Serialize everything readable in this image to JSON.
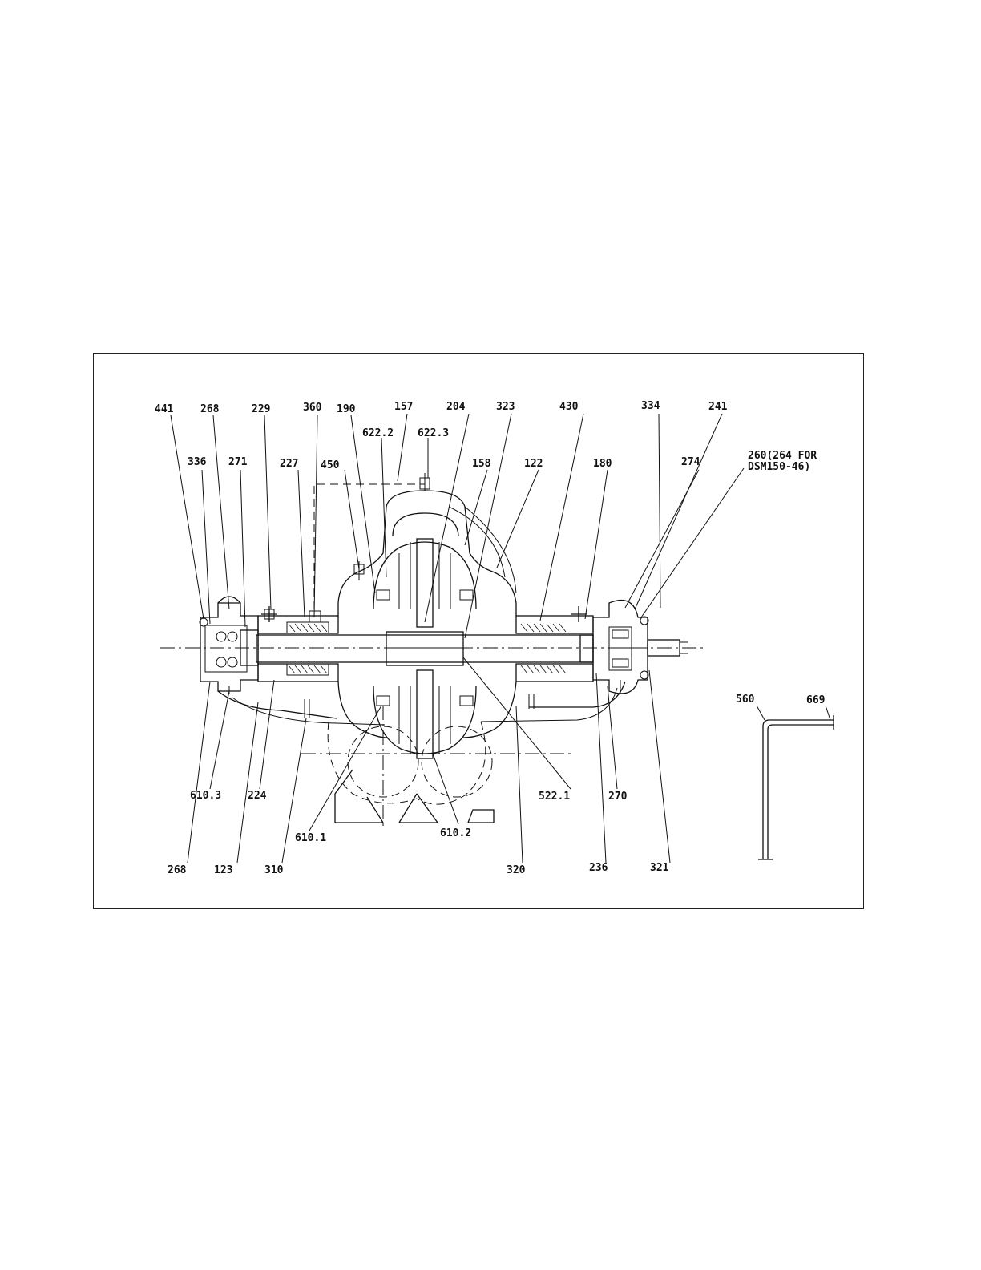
{
  "part_labels": [
    {
      "id": "441",
      "text": "441"
    },
    {
      "id": "268",
      "text": "268"
    },
    {
      "id": "229",
      "text": "229"
    },
    {
      "id": "360",
      "text": "360"
    },
    {
      "id": "190",
      "text": "190"
    },
    {
      "id": "157",
      "text": "157"
    },
    {
      "id": "204",
      "text": "204"
    },
    {
      "id": "323",
      "text": "323"
    },
    {
      "id": "430",
      "text": "430"
    },
    {
      "id": "334",
      "text": "334"
    },
    {
      "id": "241",
      "text": "241"
    },
    {
      "id": "622-2",
      "text": "622.2"
    },
    {
      "id": "622-3",
      "text": "622.3"
    },
    {
      "id": "336",
      "text": "336"
    },
    {
      "id": "271",
      "text": "271"
    },
    {
      "id": "227",
      "text": "227"
    },
    {
      "id": "450",
      "text": "450"
    },
    {
      "id": "158",
      "text": "158"
    },
    {
      "id": "122",
      "text": "122"
    },
    {
      "id": "180",
      "text": "180"
    },
    {
      "id": "274",
      "text": "274"
    },
    {
      "id": "260-note-1",
      "text": "260(264 FOR"
    },
    {
      "id": "260-note-2",
      "text": "DSM150-46)"
    },
    {
      "id": "560",
      "text": "560"
    },
    {
      "id": "669",
      "text": "669"
    },
    {
      "id": "610-3",
      "text": "610.3"
    },
    {
      "id": "224",
      "text": "224"
    },
    {
      "id": "522-1",
      "text": "522.1"
    },
    {
      "id": "270",
      "text": "270"
    },
    {
      "id": "610-1",
      "text": "610.1"
    },
    {
      "id": "610-2",
      "text": "610.2"
    },
    {
      "id": "268-b",
      "text": "268"
    },
    {
      "id": "123",
      "text": "123"
    },
    {
      "id": "310",
      "text": "310"
    },
    {
      "id": "320",
      "text": "320"
    },
    {
      "id": "236",
      "text": "236"
    },
    {
      "id": "321",
      "text": "321"
    }
  ]
}
